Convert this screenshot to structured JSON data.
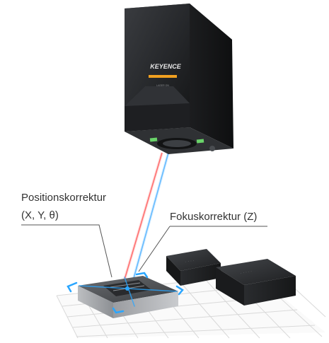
{
  "labels": {
    "position_line1": "Positionskorrektur",
    "position_line2": "(X, Y, θ)",
    "focus": "Fokuskorrektur (Z)"
  },
  "device": {
    "brand": "KEYENCE",
    "small_text": "LASER ON"
  },
  "colors": {
    "housing": "#2b2d30",
    "housing_side": "#1a1b1d",
    "indicator": "#f0a020",
    "laser_red": "#ff6b6b",
    "laser_blue": "#5fb8ff",
    "target_marker": "#2aa6ff",
    "grid": "#d7d7d7",
    "leader_line": "#555555"
  }
}
